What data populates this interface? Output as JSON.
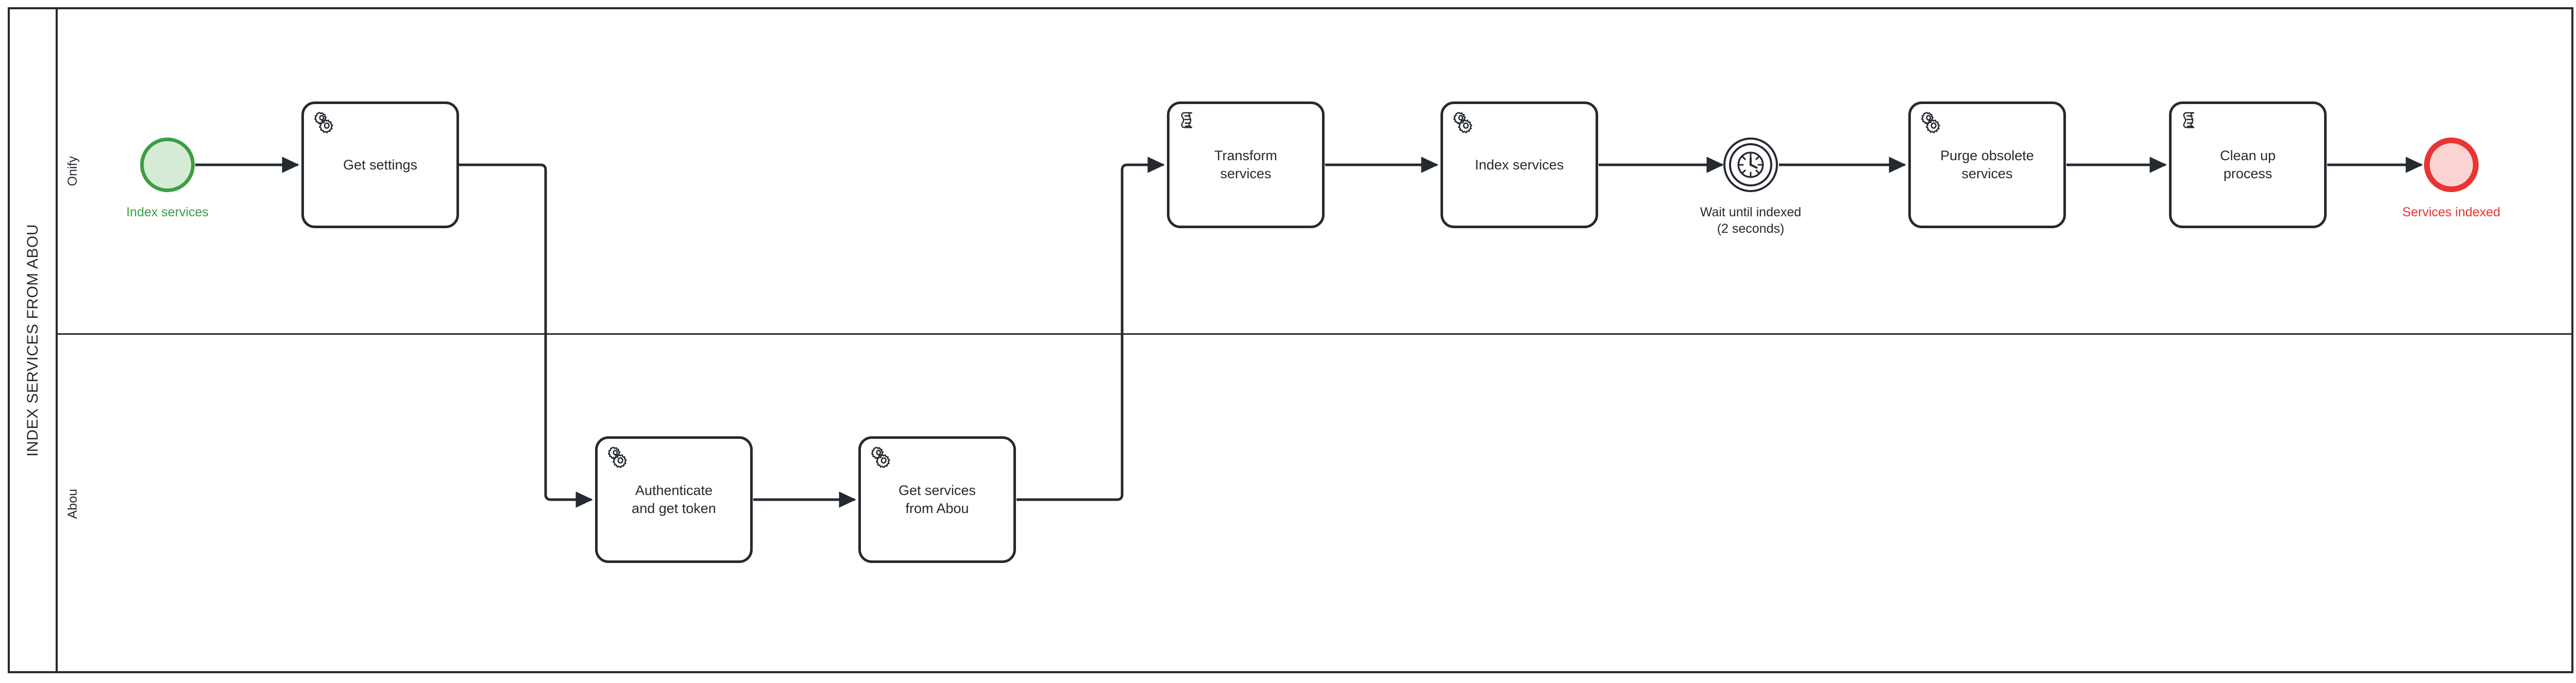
{
  "diagram": {
    "type": "bpmn-collaboration",
    "pool": {
      "name": "INDEX SERVICES FROM ABOU",
      "lanes": [
        {
          "id": "lane-onify",
          "name": "Onify"
        },
        {
          "id": "lane-abou",
          "name": "Abou"
        }
      ]
    },
    "colors": {
      "stroke": "#252a31",
      "start_event": "#3f9c45",
      "start_event_fill": "#d4ecd5",
      "end_event": "#e83434",
      "end_event_fill": "#fbd3d3",
      "canvas": "#ffffff"
    },
    "events": [
      {
        "id": "start-index-services",
        "kind": "start",
        "label": "Index services",
        "lane": "Onify",
        "icon": "none"
      },
      {
        "id": "timer-wait-until-indexed",
        "kind": "intermediate-catch-timer",
        "label": "Wait until indexed\n(2 seconds)",
        "lane": "Onify",
        "icon": "clock-icon"
      },
      {
        "id": "end-services-indexed",
        "kind": "end",
        "label": "Services indexed",
        "lane": "Onify",
        "icon": "none"
      }
    ],
    "tasks": [
      {
        "id": "task-get-settings",
        "label": "Get settings",
        "lane": "Onify",
        "type": "service",
        "icon": "gear-icon"
      },
      {
        "id": "task-authenticate",
        "label": "Authenticate\nand get token",
        "lane": "Abou",
        "type": "service",
        "icon": "gear-icon"
      },
      {
        "id": "task-get-services",
        "label": "Get services\nfrom Abou",
        "lane": "Abou",
        "type": "service",
        "icon": "gear-icon"
      },
      {
        "id": "task-transform-services",
        "label": "Transform\nservices",
        "lane": "Onify",
        "type": "script",
        "icon": "script-icon"
      },
      {
        "id": "task-index-services",
        "label": "Index services",
        "lane": "Onify",
        "type": "service",
        "icon": "gear-icon"
      },
      {
        "id": "task-purge-obsolete",
        "label": "Purge obsolete\nservices",
        "lane": "Onify",
        "type": "service",
        "icon": "gear-icon"
      },
      {
        "id": "task-clean-up-process",
        "label": "Clean up\nprocess",
        "lane": "Onify",
        "type": "script",
        "icon": "script-icon"
      }
    ],
    "sequence_flows": [
      {
        "id": "flow-1",
        "from": "start-index-services",
        "to": "task-get-settings"
      },
      {
        "id": "flow-2",
        "from": "task-get-settings",
        "to": "task-authenticate"
      },
      {
        "id": "flow-3",
        "from": "task-authenticate",
        "to": "task-get-services"
      },
      {
        "id": "flow-4",
        "from": "task-get-services",
        "to": "task-transform-services"
      },
      {
        "id": "flow-5",
        "from": "task-transform-services",
        "to": "task-index-services"
      },
      {
        "id": "flow-6",
        "from": "task-index-services",
        "to": "timer-wait-until-indexed"
      },
      {
        "id": "flow-7",
        "from": "timer-wait-until-indexed",
        "to": "task-purge-obsolete"
      },
      {
        "id": "flow-8",
        "from": "task-purge-obsolete",
        "to": "task-clean-up-process"
      },
      {
        "id": "flow-9",
        "from": "task-clean-up-process",
        "to": "end-services-indexed"
      }
    ]
  }
}
